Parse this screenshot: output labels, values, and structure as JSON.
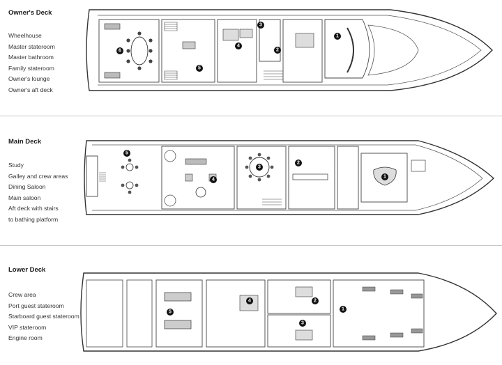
{
  "decks": [
    {
      "title": "Owner's Deck",
      "rooms": [
        "Wheelhouse",
        "Master stateroom",
        "Master bathroom",
        "Family stateroom",
        "Owner's lounge",
        "Owner's aft deck"
      ],
      "markers": [
        "1",
        "2",
        "3",
        "4",
        "5",
        "6"
      ]
    },
    {
      "title": "Main Deck",
      "rooms": [
        "Study",
        "Galley and crew areas",
        "Dining Saloon",
        "Main saloon",
        "Aft deck with stairs",
        "to bathing platform"
      ],
      "markers": [
        "1",
        "2",
        "3",
        "4",
        "5"
      ]
    },
    {
      "title": "Lower Deck",
      "rooms": [
        "Crew area",
        "Port guest stateroom",
        "Starboard guest stateroom",
        "VIP stateroom",
        "Engine room"
      ],
      "markers": [
        "1",
        "2",
        "3",
        "4",
        "5"
      ]
    }
  ]
}
